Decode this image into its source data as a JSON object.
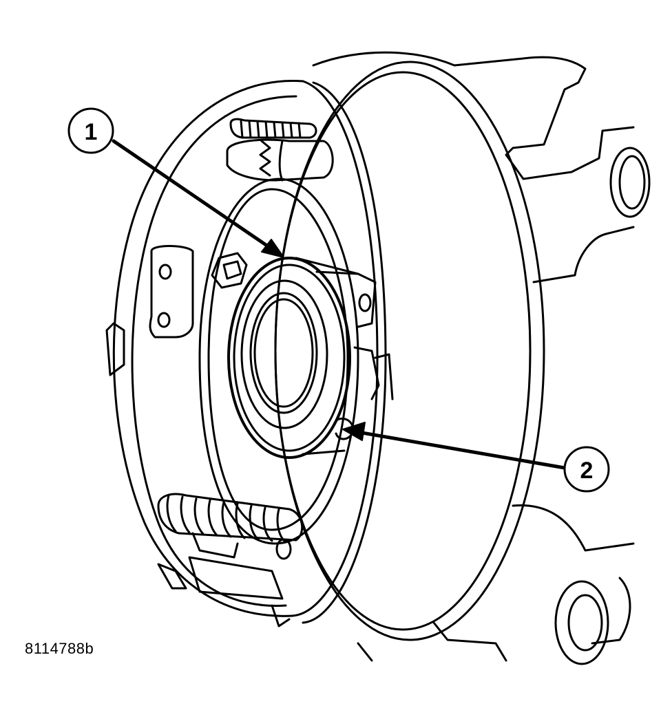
{
  "figure": {
    "id_label": "8114788b"
  },
  "callouts": [
    {
      "number": "1"
    },
    {
      "number": "2"
    }
  ],
  "colors": {
    "line": "#000000",
    "background": "#ffffff"
  }
}
